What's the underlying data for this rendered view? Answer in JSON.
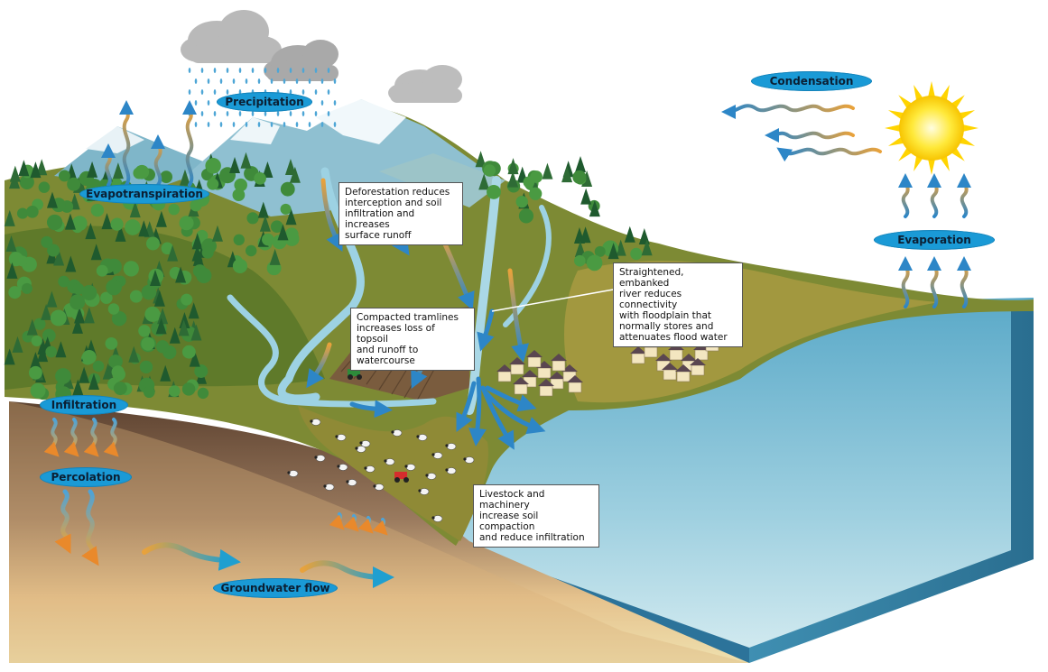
{
  "labels": {
    "precipitation": "Precipitation",
    "evapotranspiration": "Evapotranspiration",
    "condensation": "Condensation",
    "evaporation": "Evaporation",
    "infiltration": "Infiltration",
    "percolation": "Percolation",
    "groundwater_flow": "Groundwater flow"
  },
  "annotations": {
    "deforestation": "Deforestation reduces\ninterception and soil\ninfiltration and increases\nsurface runoff",
    "tramlines": "Compacted tramlines\nincreases loss of topsoil\nand runoff to watercourse",
    "straightened_river": "Straightened, embanked\nriver reduces connectivity\nwith floodplain that\nnormally stores and\nattenuates flood water",
    "livestock": "Livestock and machinery\nincrease soil compaction\nand reduce infiltration"
  },
  "colors": {
    "label_fill": "#1a9ad6",
    "water": "#7fc4dc",
    "water_dark": "#2b6f90",
    "land": "#8a8a3a",
    "soil": "#6b4a36",
    "sand": "#e8c58e",
    "arrow_blue": "#2d86c7",
    "arrow_orange": "#e9a23b"
  }
}
